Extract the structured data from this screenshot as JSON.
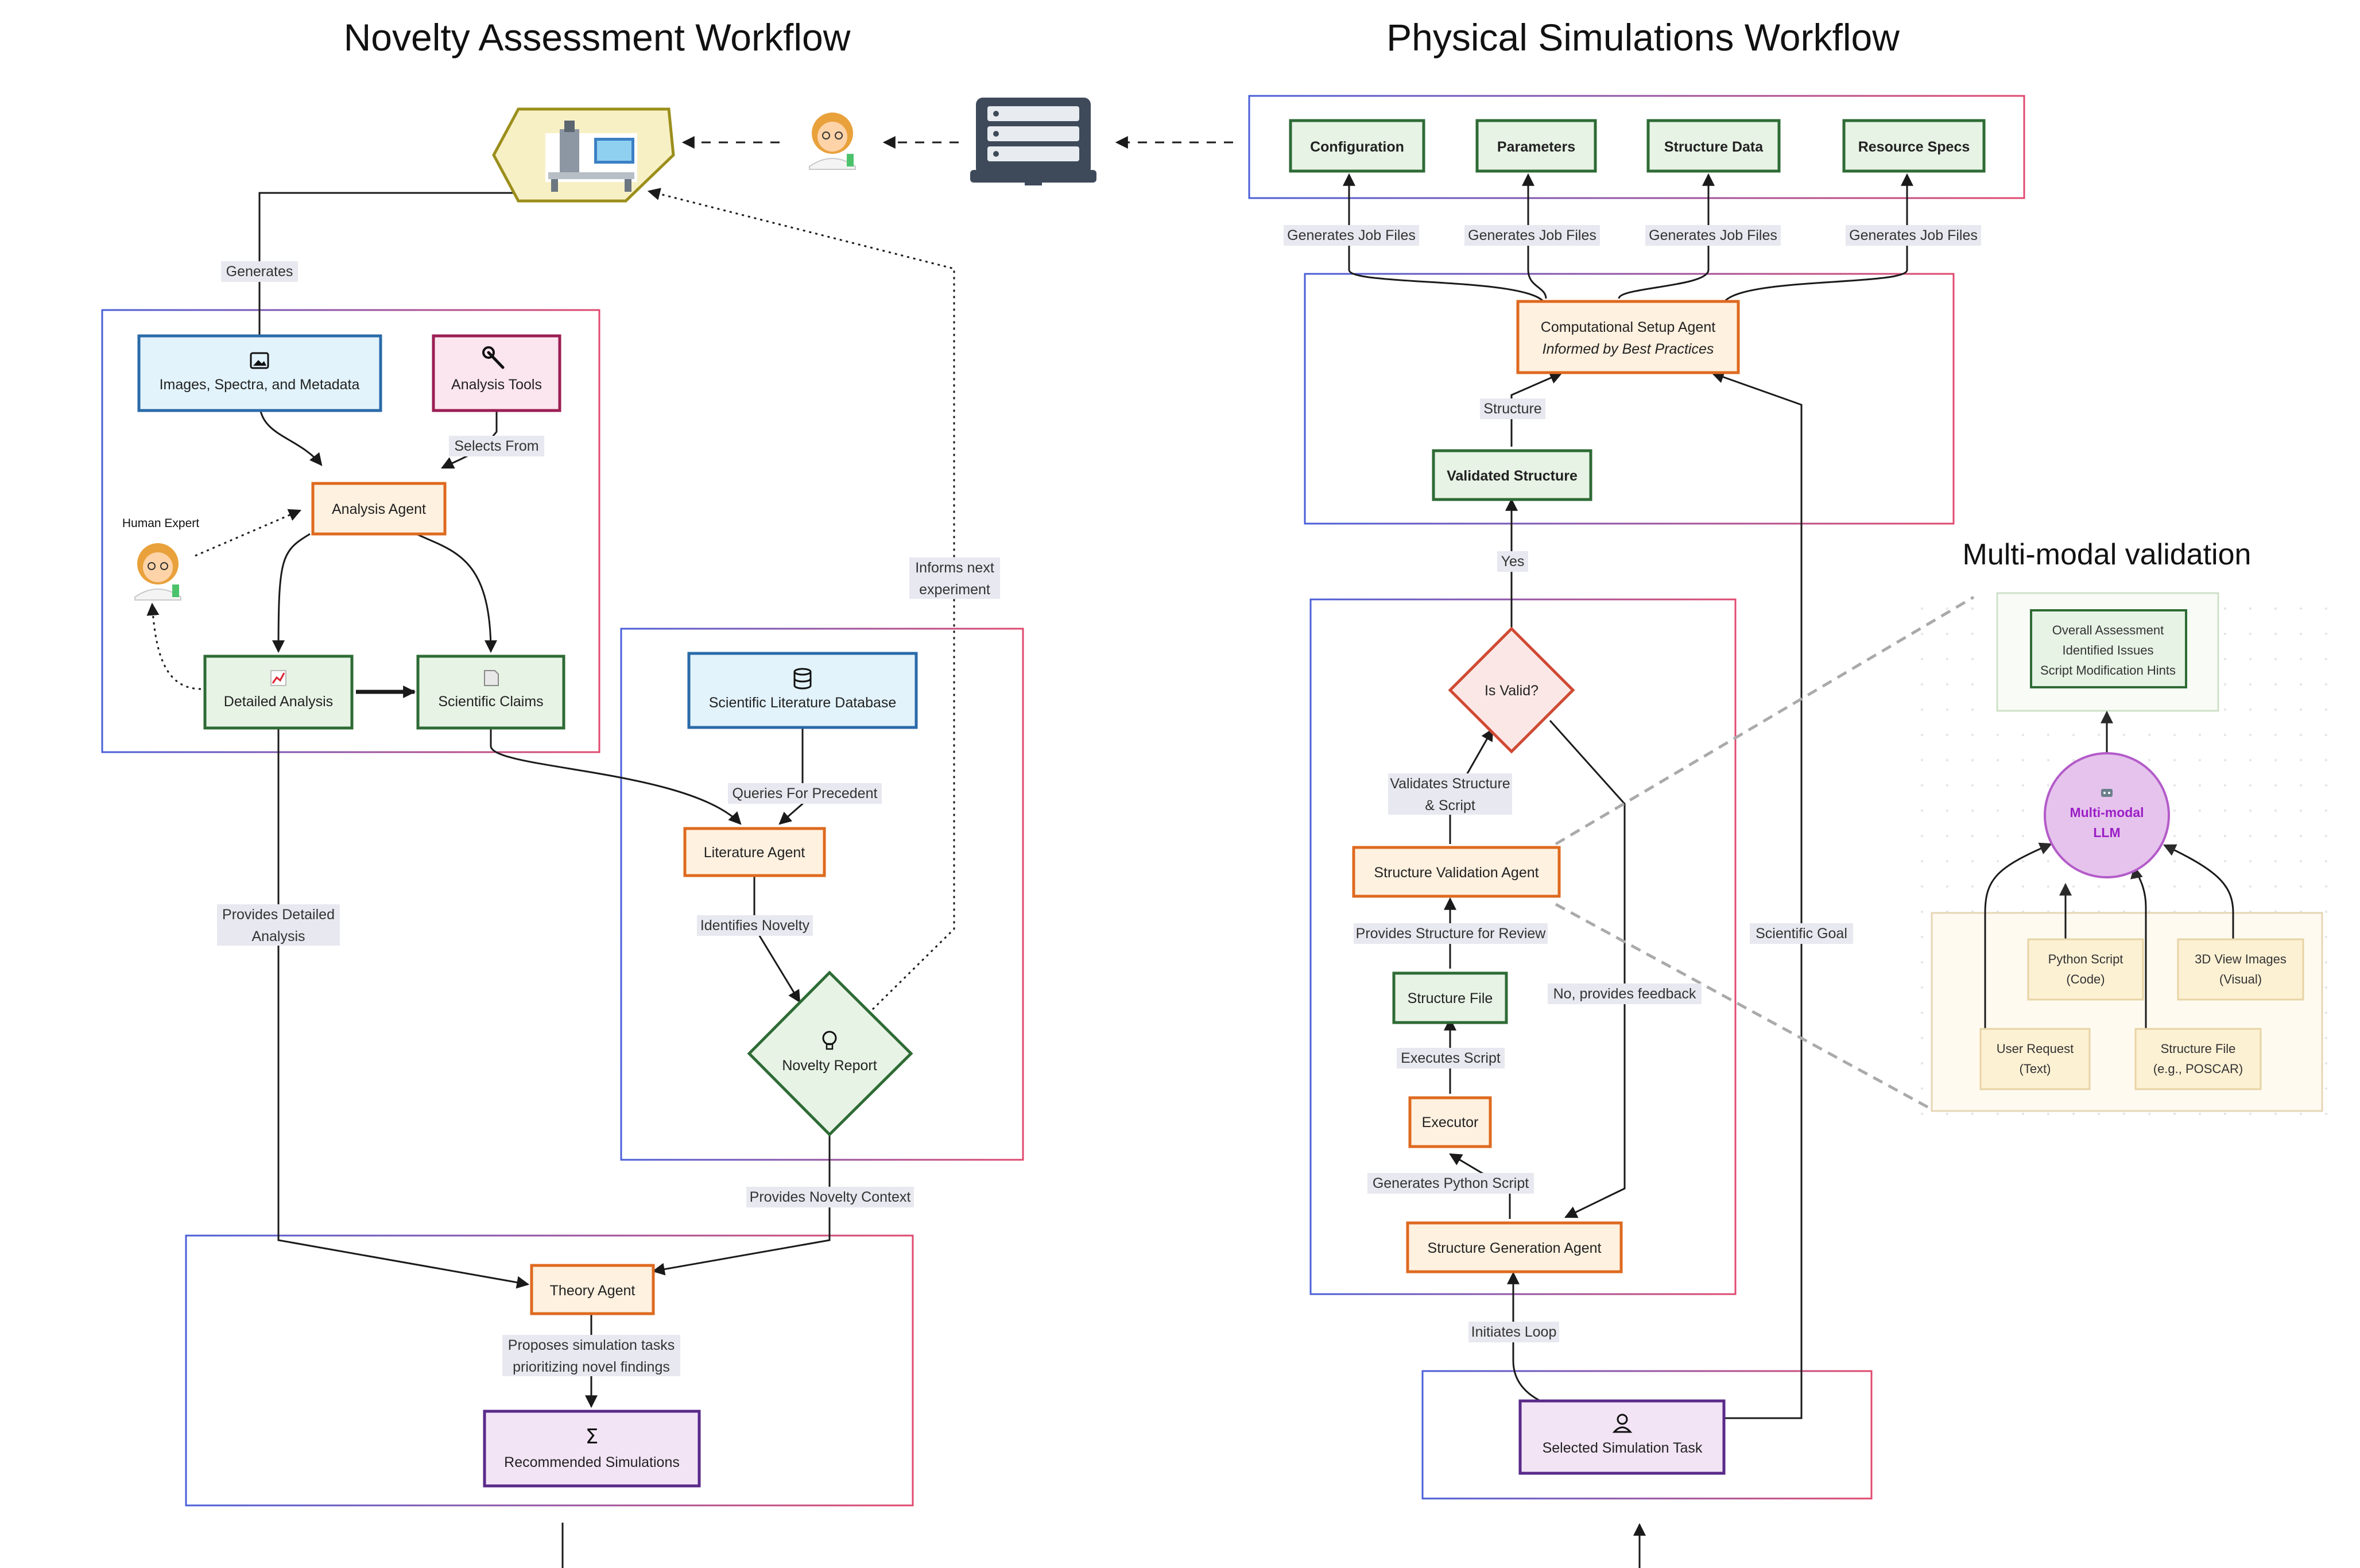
{
  "titles": {
    "left": "Novelty Assessment Workflow",
    "right": "Physical Simulations Workflow",
    "multimodal": "Multi-modal validation"
  },
  "novelty": {
    "human_expert": "Human Expert",
    "images": "Images, Spectra, and Metadata",
    "analysis_tools": "Analysis Tools",
    "analysis_agent": "Analysis Agent",
    "detailed_analysis": "Detailed Analysis",
    "scientific_claims": "Scientific Claims",
    "lit_db": "Scientific Literature Database",
    "literature_agent": "Literature Agent",
    "novelty_report": "Novelty Report",
    "theory_agent": "Theory Agent",
    "recommended_sims": "Recommended Simulations"
  },
  "simulation": {
    "configuration": "Configuration",
    "parameters": "Parameters",
    "structure_data": "Structure Data",
    "resource_specs": "Resource Specs",
    "setup_agent": "Computational Setup Agent",
    "setup_agent_sub": "Informed by Best Practices",
    "validated_structure": "Validated Structure",
    "is_valid": "Is Valid?",
    "validation_agent": "Structure Validation Agent",
    "structure_file": "Structure File",
    "executor": "Executor",
    "generation_agent": "Structure Generation Agent",
    "selected_task": "Selected Simulation Task"
  },
  "edge_labels": {
    "generates": "Generates",
    "selects_from": "Selects From",
    "provides_detailed_1": "Provides Detailed",
    "provides_detailed_2": "Analysis",
    "queries": "Queries For Precedent",
    "identifies": "Identifies Novelty",
    "informs_1": "Informs next",
    "informs_2": "experiment",
    "novelty_context": "Provides Novelty Context",
    "proposes_1": "Proposes simulation tasks",
    "proposes_2": "prioritizing novel findings",
    "job_files": "Generates Job Files",
    "structure": "Structure",
    "yes": "Yes",
    "validates_1": "Validates Structure",
    "validates_2": "& Script",
    "for_review": "Provides Structure for Review",
    "executes": "Executes Script",
    "gen_python": "Generates Python Script",
    "feedback": "No, provides feedback",
    "initiates": "Initiates Loop",
    "sci_goal": "Scientific Goal"
  },
  "multimodal": {
    "out_1": "Overall Assessment",
    "out_2": "Identified Issues",
    "out_3": "Script Modification Hints",
    "llm_1": "Multi-modal",
    "llm_2": "LLM",
    "python_1": "Python Script",
    "python_2": "(Code)",
    "view_1": "3D View Images",
    "view_2": "(Visual)",
    "user_1": "User Request",
    "user_2": "(Text)",
    "sfile_1": "Structure File",
    "sfile_2": "(e.g., POSCAR)"
  },
  "icons": [
    "microscope-icon",
    "scientist-icon",
    "server-icon",
    "image-icon",
    "wrench-icon",
    "chart-icon",
    "document-icon",
    "database-icon",
    "lightbulb-icon",
    "sigma-icon",
    "person-icon",
    "robot-icon"
  ],
  "colors": {
    "green_fill": "#e7f3e5",
    "green_stroke": "#2e6b35",
    "orange_fill": "#fff1e0",
    "orange_stroke": "#de6a1f",
    "blue_fill": "#e2f3fb",
    "blue_stroke": "#2a6aa8",
    "pink_fill": "#fbe5ee",
    "pink_stroke": "#9b1e54",
    "purple_fill": "#f2e4f5",
    "purple_stroke": "#5a2a8a",
    "hex_fill": "#f8f0c5",
    "hex_stroke": "#9b8f1c",
    "llm_fill": "#e6c3ec",
    "llm_stroke": "#b35bc9",
    "llm_text": "#9b1fc7"
  }
}
